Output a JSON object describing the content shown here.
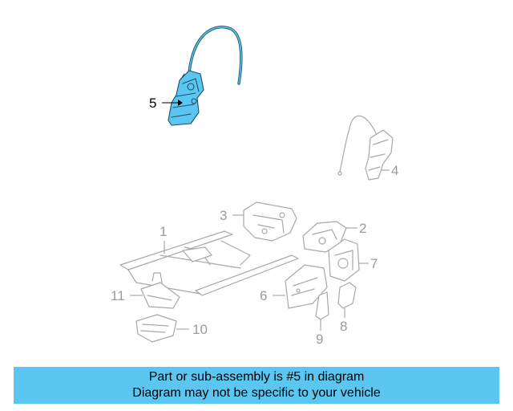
{
  "diagram": {
    "highlight_color": "#5bc6ef",
    "highlighted_part": "5",
    "callouts": [
      {
        "id": "c1",
        "label": "1"
      },
      {
        "id": "c2",
        "label": "2"
      },
      {
        "id": "c3",
        "label": "3"
      },
      {
        "id": "c4",
        "label": "4"
      },
      {
        "id": "c5",
        "label": "5"
      },
      {
        "id": "c6",
        "label": "6"
      },
      {
        "id": "c7",
        "label": "7"
      },
      {
        "id": "c8",
        "label": "8"
      },
      {
        "id": "c9",
        "label": "9"
      },
      {
        "id": "c10",
        "label": "10"
      },
      {
        "id": "c11",
        "label": "11"
      }
    ]
  },
  "banner": {
    "line1": "Part or sub-assembly is #5 in diagram",
    "line2": "Diagram may not be specific to your vehicle",
    "background": "#5bc6ef"
  }
}
